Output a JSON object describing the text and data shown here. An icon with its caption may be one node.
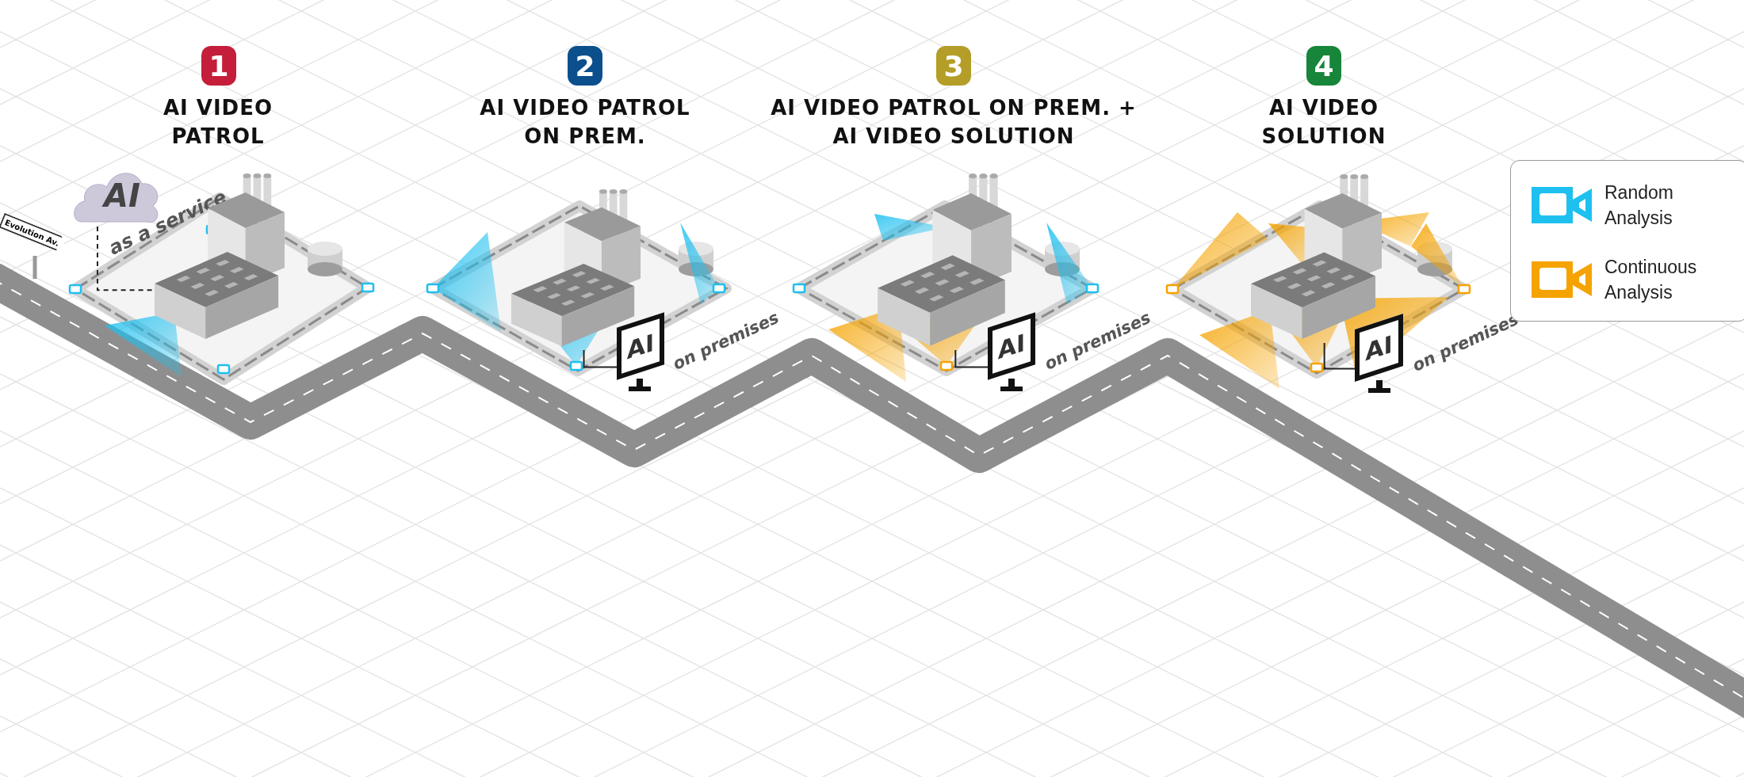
{
  "diagram": {
    "nodes": [
      {
        "text": [
          "1"
        ],
        "beside": [
          "AI VIDEO PATROL"
        ]
      },
      {
        "text": [
          "2"
        ],
        "beside": [
          "AI VIDEO PATROL ON PREM."
        ]
      },
      {
        "text": [
          "3"
        ],
        "beside": [
          "AI VIDEO PATROL ON PREM. + AI VIDEO SOLUTION"
        ]
      },
      {
        "text": [
          "4"
        ],
        "beside": [
          "AI VIDEO SOLUTION"
        ]
      },
      {
        "text": [
          "Evolution Av."
        ]
      },
      {
        "text": [
          "AI"
        ],
        "beside": [
          "as a service"
        ]
      },
      {
        "text": [],
        "shape": "picture"
      },
      {
        "text": [],
        "shape": "picture"
      },
      {
        "text": [
          "AI"
        ],
        "beside": [
          "on premises"
        ]
      },
      {
        "text": [],
        "shape": "picture"
      },
      {
        "text": [
          "AI"
        ],
        "beside": [
          "on premises"
        ]
      },
      {
        "text": [],
        "shape": "picture"
      },
      {
        "text": [
          "AI"
        ],
        "beside": [
          "on premises"
        ]
      }
    ],
    "edges": [
      {
        "from": 5,
        "to": 6,
        "arrow": "none",
        "style": "dashed"
      },
      {
        "from": 8,
        "to": 7,
        "arrow": "none"
      },
      {
        "from": 10,
        "to": 9,
        "arrow": "none"
      },
      {
        "from": 12,
        "to": 11,
        "arrow": "none"
      }
    ],
    "legend": [
      {
        "text": "Random Analysis",
        "color": "#1ec0f0"
      },
      {
        "text": "Continuous Analysis",
        "color": "#f5a300"
      }
    ]
  }
}
